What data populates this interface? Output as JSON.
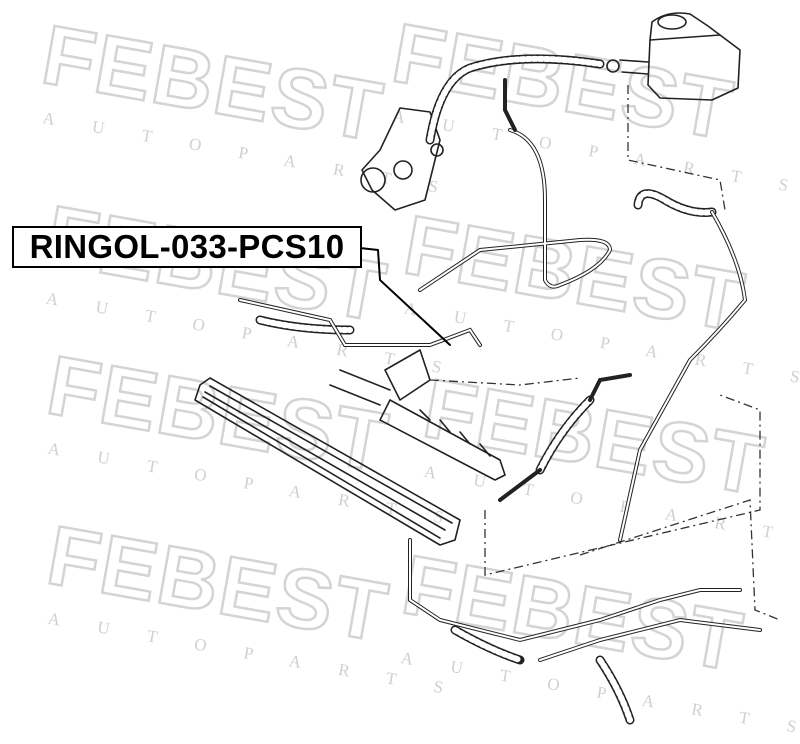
{
  "part_label": "RINGOL-033-PCS10",
  "watermark": {
    "brand": "FEBEST",
    "tagline": "AUTO PARTS"
  },
  "colors": {
    "line": "#222222",
    "watermark": "#d4d4d4"
  }
}
